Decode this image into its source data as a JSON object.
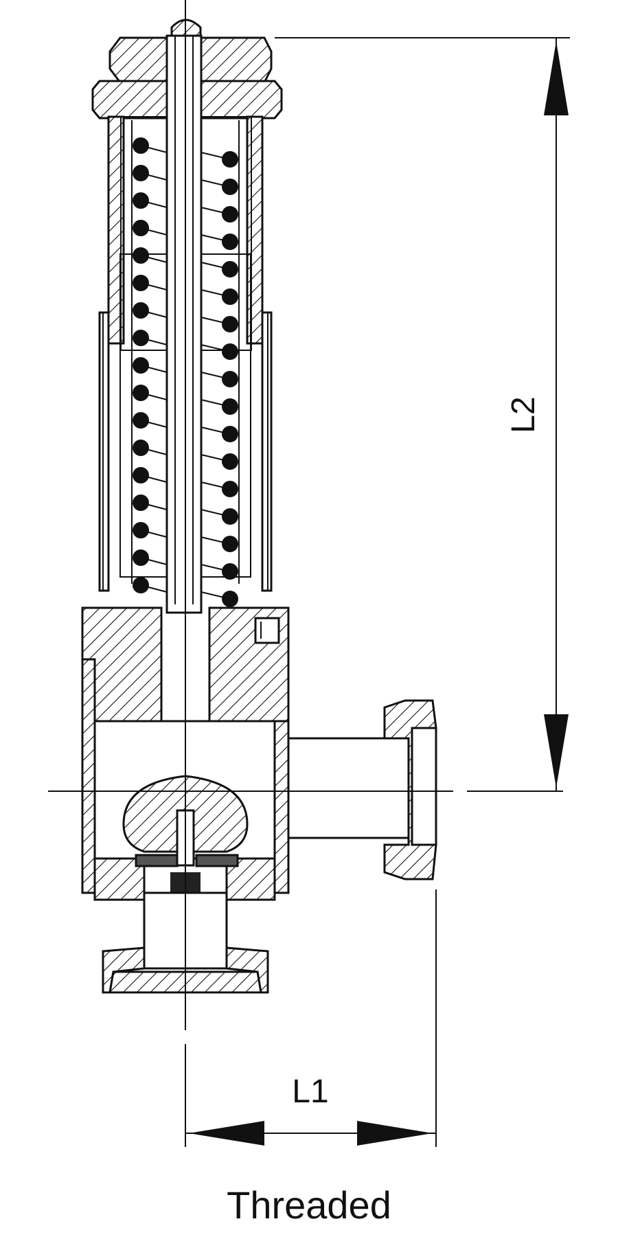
{
  "dimensions": {
    "l1_label": "L1",
    "l2_label": "L2"
  },
  "caption": "Threaded",
  "colors": {
    "line": "#111111",
    "background": "#ffffff"
  }
}
